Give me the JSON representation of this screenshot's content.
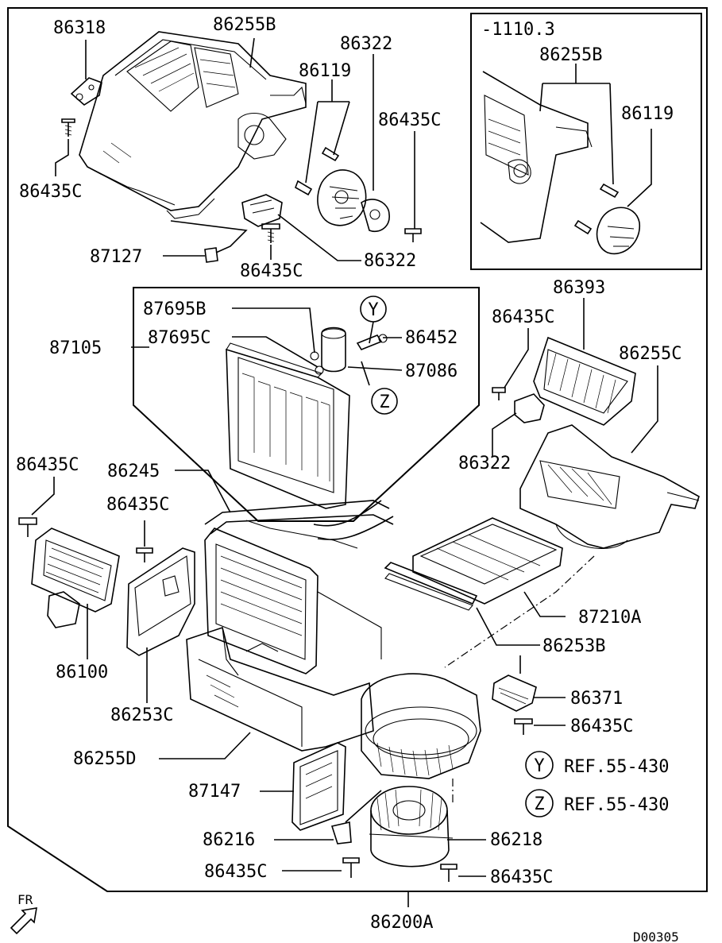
{
  "parts": {
    "p86318": "86318",
    "p86255B": "86255B",
    "p86322_top": "86322",
    "p86119": "86119",
    "p86435C_a": "86435C",
    "p86435C_b": "86435C",
    "p87127": "87127",
    "p86435C_c": "86435C",
    "p86322_mid": "86322",
    "p87695B": "87695B",
    "p87695C": "87695C",
    "p87105": "87105",
    "p86452": "86452",
    "p87086": "87086",
    "p86393": "86393",
    "p86435C_d": "86435C",
    "p86255C": "86255C",
    "p86322_right": "86322",
    "p86435C_e": "86435C",
    "p86245": "86245",
    "p86435C_f": "86435C",
    "p86100": "86100",
    "p86253C": "86253C",
    "p87210A": "87210A",
    "p86253B": "86253B",
    "p86371": "86371",
    "p86435C_g": "86435C",
    "p86255D": "86255D",
    "p87147": "87147",
    "p86216": "86216",
    "p86218": "86218",
    "p86435C_h": "86435C",
    "p86435C_i": "86435C",
    "p86200A": "86200A"
  },
  "inset": {
    "date_range": "-1110.3",
    "p86255B": "86255B",
    "p86119": "86119"
  },
  "callouts": {
    "y_marker": "Y",
    "z_marker": "Z",
    "y_legend_marker": "Y",
    "z_legend_marker": "Z",
    "y_ref": "REF.55-430",
    "z_ref": "REF.55-430"
  },
  "orientation_label": "FR",
  "drawing_code": "D00305"
}
